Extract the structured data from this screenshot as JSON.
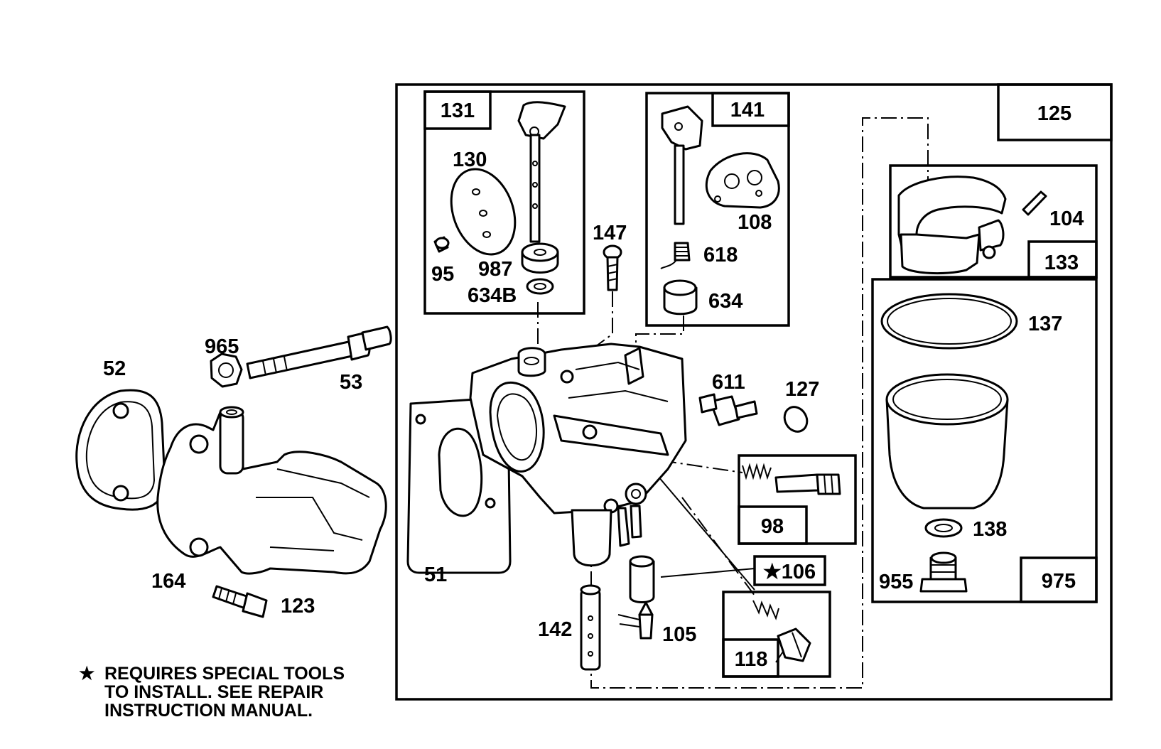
{
  "parts": {
    "p52": "52",
    "p965": "965",
    "p53": "53",
    "p164": "164",
    "p123": "123",
    "p51": "51",
    "p131": "131",
    "p130": "130",
    "p95": "95",
    "p987": "987",
    "p634B": "634B",
    "p147": "147",
    "p141": "141",
    "p108": "108",
    "p618": "618",
    "p634": "634",
    "p611": "611",
    "p127": "127",
    "p98": "98",
    "p106": "★106",
    "p118": "118",
    "p142": "142",
    "p105": "105",
    "p125": "125",
    "p104": "104",
    "p133": "133",
    "p137": "137",
    "p138": "138",
    "p955": "955",
    "p975": "975"
  },
  "note": {
    "star": "★",
    "line1": "REQUIRES SPECIAL TOOLS",
    "line2": "TO INSTALL.  SEE REPAIR",
    "line3": "INSTRUCTION MANUAL."
  }
}
